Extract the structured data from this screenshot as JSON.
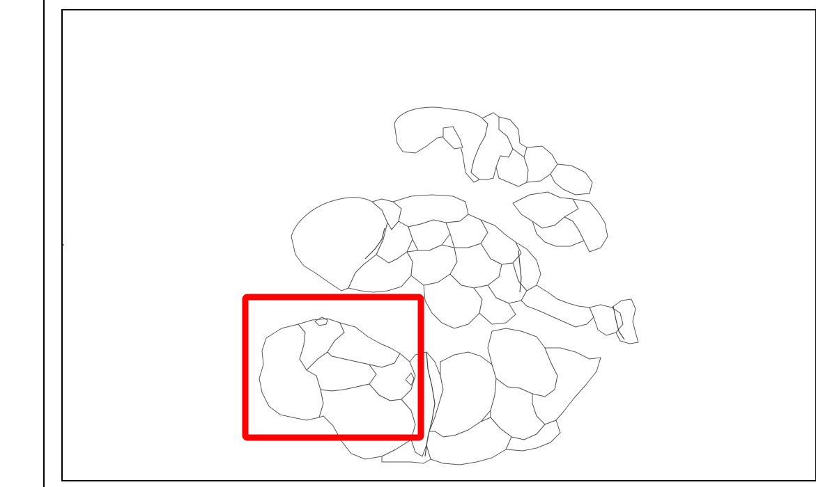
{
  "map": {
    "type": "choropleth-outline",
    "region_count": 60,
    "colors": {
      "boundary": "#555555",
      "frame": "#000000",
      "highlight": "#ff0000",
      "background": "#ffffff"
    },
    "highlight": {
      "label": "",
      "style": "thick-red-rectangle"
    }
  }
}
